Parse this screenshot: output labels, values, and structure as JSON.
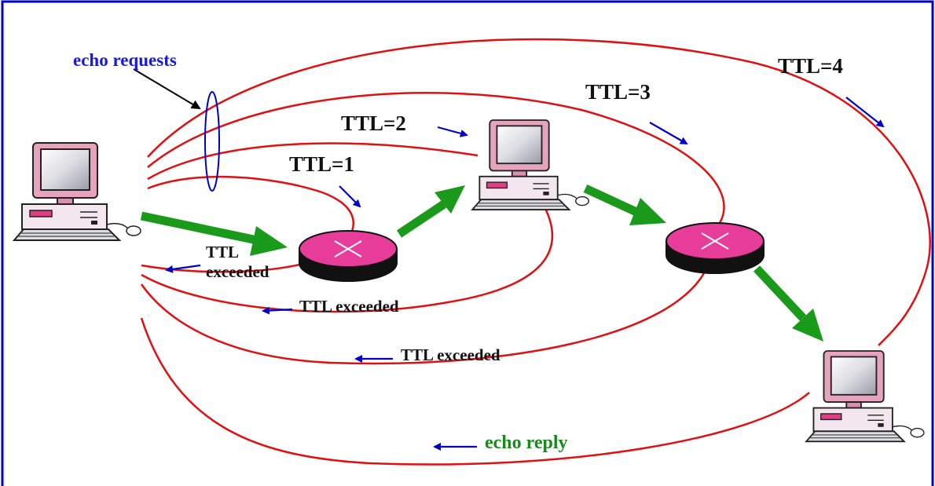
{
  "diagram": {
    "labels": {
      "echo_requests": "echo requests",
      "ttl1": "TTL=1",
      "ttl2": "TTL=2",
      "ttl3": "TTL=3",
      "ttl4": "TTL=4",
      "ttl_exceeded_1_line1": "TTL",
      "ttl_exceeded_1_line2": "exceeded",
      "ttl_exceeded_2": "TTL exceeded",
      "ttl_exceeded_3": "TTL exceeded",
      "echo_reply": "echo reply"
    },
    "nodes": [
      "source-computer",
      "router-1",
      "middle-computer",
      "router-2",
      "destination-computer"
    ],
    "colors": {
      "border": "#0000cc",
      "path_lines": "#e01010",
      "blue_arrows": "#0000cc",
      "forward_arrows": "#1a9a1a",
      "echo_requests_label": "#1a1ad6",
      "echo_reply_label": "#1a8a1a",
      "router_body": "#e83c9a"
    }
  }
}
